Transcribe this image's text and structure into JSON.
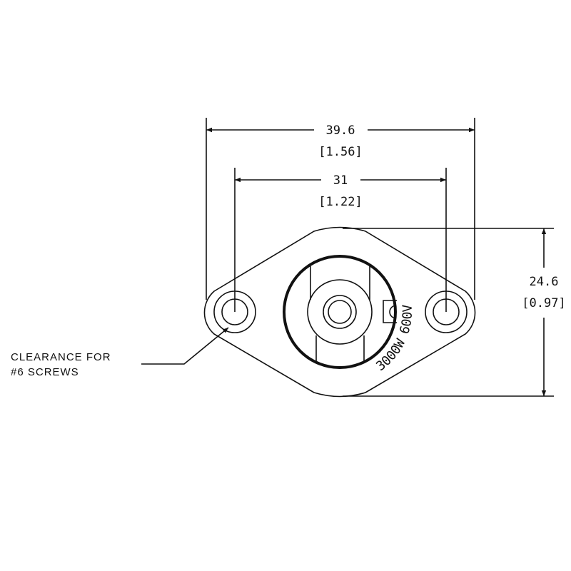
{
  "drawing": {
    "dimensions": {
      "overall_width": {
        "mm": "39.6",
        "inch": "[1.56]"
      },
      "hole_spacing": {
        "mm": "31",
        "inch": "[1.22]"
      },
      "height": {
        "mm": "24.6",
        "inch": "[0.97]"
      }
    },
    "note": {
      "line1": "CLEARANCE FOR",
      "line2": "#6 SCREWS"
    },
    "rating_label": "3000W 600V",
    "line_color": "#111111"
  }
}
